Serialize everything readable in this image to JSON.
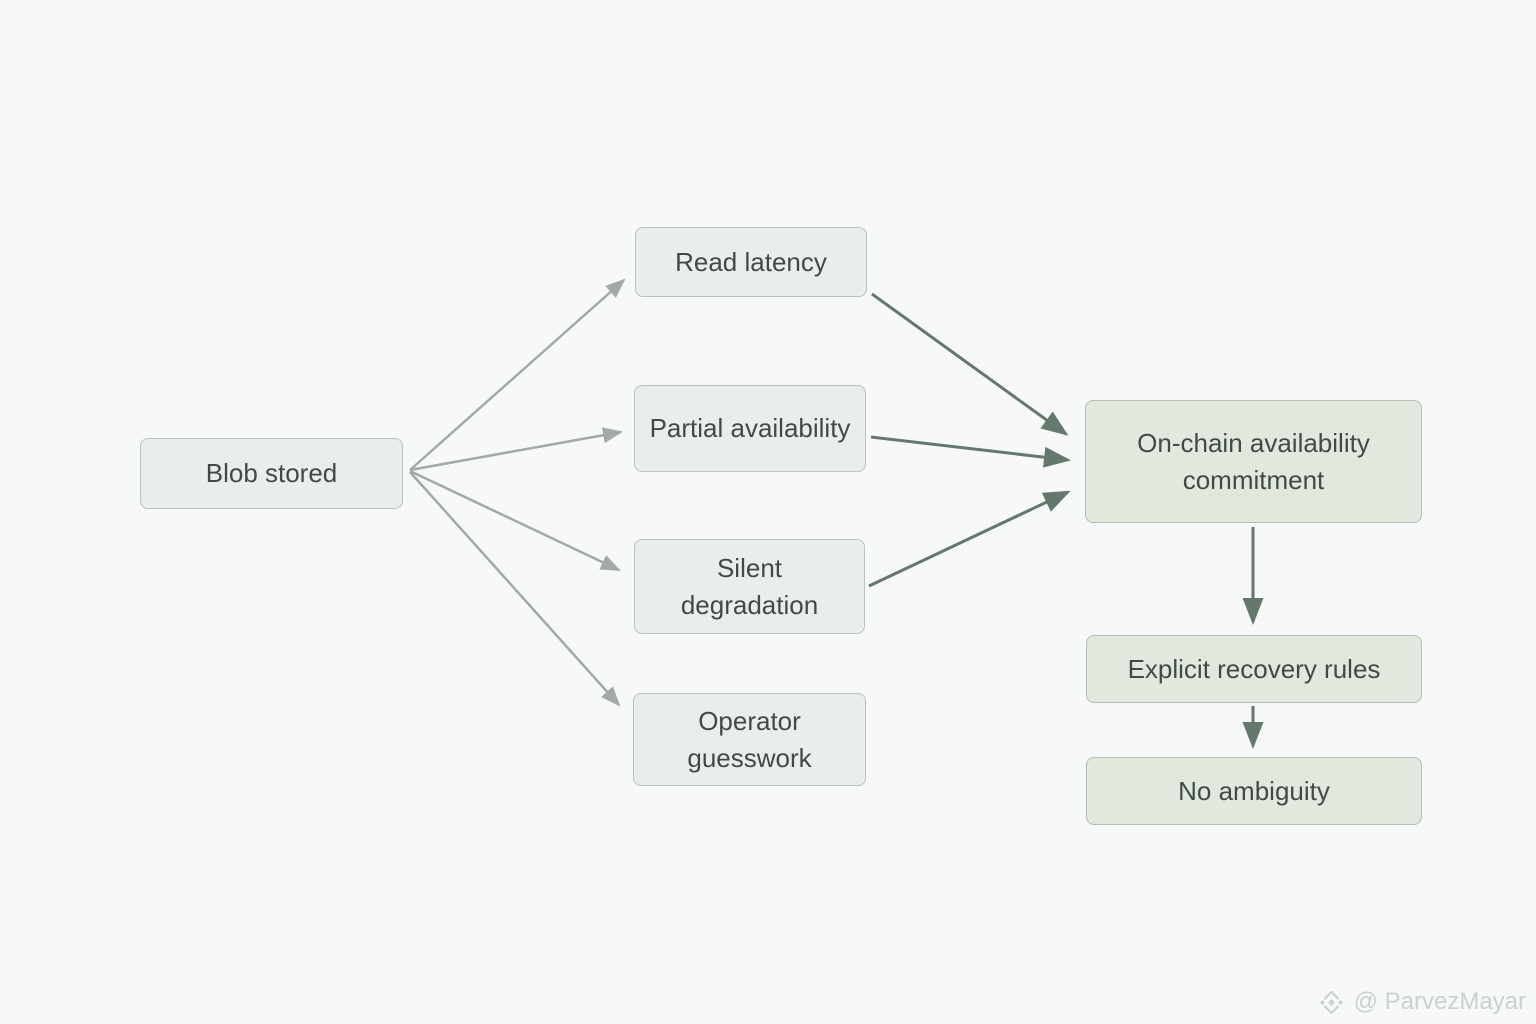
{
  "diagram": {
    "type": "flowchart",
    "background_color": "#f7f9f8",
    "nodes": {
      "blob_stored": {
        "label": "Blob stored",
        "variant": "gray"
      },
      "read_latency": {
        "label": "Read latency",
        "variant": "gray"
      },
      "partial_availability": {
        "label": "Partial availability",
        "variant": "gray"
      },
      "silent_degradation": {
        "label": "Silent degradation",
        "variant": "gray"
      },
      "operator_guesswork": {
        "label": "Operator guesswork",
        "variant": "gray"
      },
      "onchain_commitment": {
        "label": "On-chain availability commitment",
        "variant": "green"
      },
      "explicit_recovery": {
        "label": "Explicit recovery rules",
        "variant": "green"
      },
      "no_ambiguity": {
        "label": "No ambiguity",
        "variant": "green"
      }
    },
    "edges": [
      {
        "from": "blob_stored",
        "to": "read_latency",
        "color": "light-gray"
      },
      {
        "from": "blob_stored",
        "to": "partial_availability",
        "color": "light-gray"
      },
      {
        "from": "blob_stored",
        "to": "silent_degradation",
        "color": "light-gray"
      },
      {
        "from": "blob_stored",
        "to": "operator_guesswork",
        "color": "light-gray"
      },
      {
        "from": "read_latency",
        "to": "onchain_commitment",
        "color": "dark-green-gray"
      },
      {
        "from": "partial_availability",
        "to": "onchain_commitment",
        "color": "dark-green-gray"
      },
      {
        "from": "silent_degradation",
        "to": "onchain_commitment",
        "color": "dark-green-gray"
      },
      {
        "from": "onchain_commitment",
        "to": "explicit_recovery",
        "color": "dark-green-gray"
      },
      {
        "from": "explicit_recovery",
        "to": "no_ambiguity",
        "color": "dark-green-gray"
      }
    ],
    "colors": {
      "gray_node_fill": "#e9edec",
      "gray_node_border": "#bac1bf",
      "green_node_fill": "#e1e9df",
      "green_node_border": "#b4bdb2",
      "node_text": "#414a47",
      "light_arrow": "#a3a9a7",
      "dark_arrow": "#64786d",
      "watermark_text": "#cbd1cf"
    }
  },
  "watermark": {
    "icon": "diamond-logo-icon",
    "text": "@ ParvezMayar"
  }
}
